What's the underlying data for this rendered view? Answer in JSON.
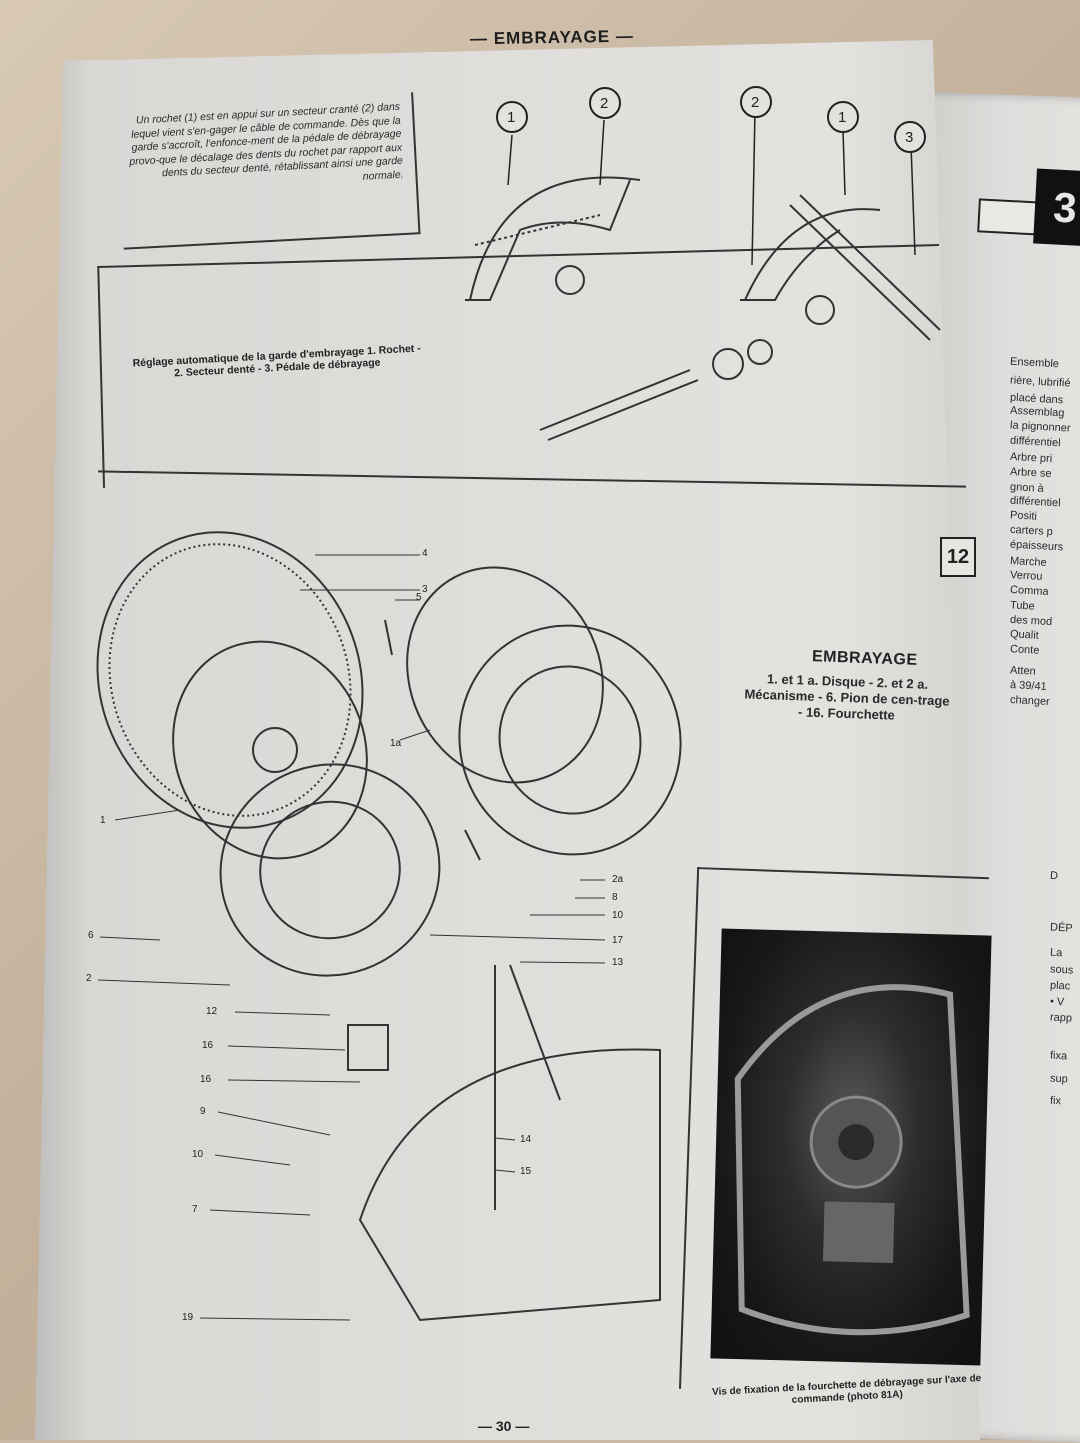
{
  "running_head": "— EMBRAYAGE —",
  "page_number": "— 30 —",
  "top_caption": {
    "text": "Un rochet (1) est en appui sur un secteur cranté (2) dans lequel vient s'en-gager le câble de commande. Dès que la garde s'accroît, l'enfonce-ment de la pédale de débrayage provo-que le décalage des dents du rochet par rapport aux dents du secteur denté, rétablissant ainsi une garde normale."
  },
  "top_figure_caption": "Réglage automatique de la garde d'embrayage 1. Rochet - 2. Secteur denté - 3. Pédale de débrayage",
  "top_callouts": [
    "1",
    "2",
    "2",
    "1",
    "3"
  ],
  "figure_number": "12",
  "main_figure": {
    "title": "EMBRAYAGE",
    "legend": "1. et 1 a. Disque - 2. et 2 a. Mécanisme - 6. Pion de cen-trage - 16. Fourchette",
    "labels": {
      "l4": "4",
      "l3": "3",
      "l5": "5",
      "l1a": "1a",
      "l1": "1",
      "l2a": "2a",
      "l8": "8",
      "l10a": "10",
      "l17": "17",
      "l6": "6",
      "l2": "2",
      "l13": "13",
      "l12": "12",
      "l16a": "16",
      "l16b": "16",
      "l9": "9",
      "l10b": "10",
      "l7": "7",
      "l14": "14",
      "l15": "15",
      "l19": "19"
    }
  },
  "photo_caption": "Vis de fixation de la fourchette de débrayage sur l'axe de commande (photo 81A)",
  "right_page": {
    "tab_number": "3",
    "lines": [
      "Ensemble",
      "rière, lubrifié",
      "placé dans",
      "Assemblag",
      "la pignonner",
      "différentiel",
      "Arbre pri",
      "Arbre se",
      "gnon à",
      "différentiel",
      "Positi",
      "carters p",
      "épaisseurs",
      "Marche",
      "Verrou",
      "Comma",
      "Tube",
      "des mod",
      "Qualit",
      "Conte",
      "Atten",
      "à 39/41",
      "changer",
      "D",
      "DÉP",
      "La",
      "sous",
      "plac",
      "• V",
      "rapp",
      "fixa",
      "sup",
      "fix"
    ]
  }
}
